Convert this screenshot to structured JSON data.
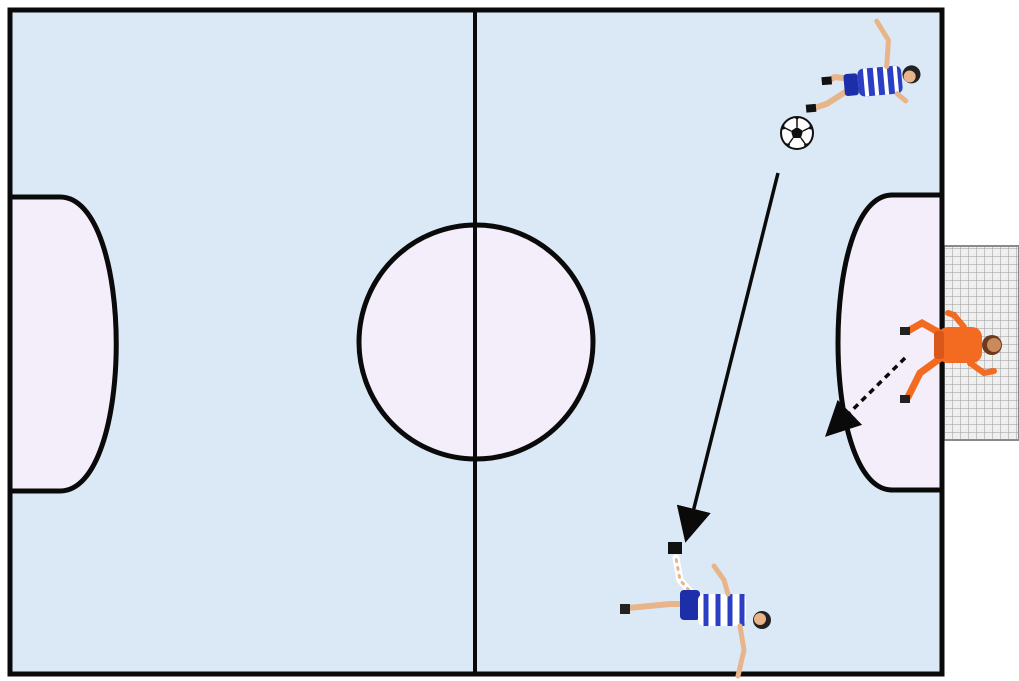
{
  "colors": {
    "pitch": "#dbe9f6",
    "zone": "#f4eefa",
    "line": "#0a0a0a",
    "net": "#d4d4d4",
    "attacker_shirt": "#2b3fc4",
    "attacker_stripe": "#ffffff",
    "goalkeeper_kit": "#f26b21",
    "skin": "#e8b48a"
  },
  "elements": {
    "pitch": "futsal-pitch",
    "ball": "soccer-ball-icon",
    "passer": "attacker-player-icon",
    "receiver": "attacker-player-icon",
    "goalkeeper": "goalkeeper-player-icon",
    "pass_arrow": "solid-pass-arrow",
    "keeper_arrow": "dashed-movement-arrow"
  }
}
